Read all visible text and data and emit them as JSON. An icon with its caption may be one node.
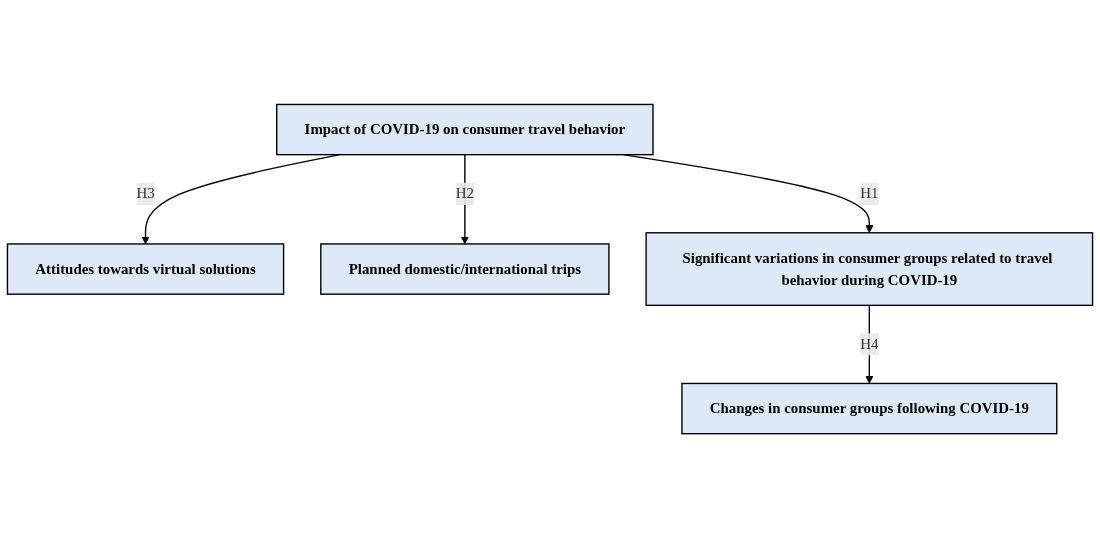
{
  "diagram": {
    "nodes": [
      {
        "text": [
          "Impact of COVID-19 on consumer travel behavior"
        ]
      },
      {
        "text": [
          "Attitudes towards virtual solutions"
        ]
      },
      {
        "text": [
          "Planned domestic/international trips"
        ]
      },
      {
        "text": [
          "Significant variations in consumer groups related to travel behavior during COVID-19"
        ]
      },
      {
        "text": [
          "Changes in consumer groups following COVID-19"
        ]
      }
    ],
    "edges": [
      {
        "from": 0,
        "to": 1,
        "arrow": "to",
        "label": "H3"
      },
      {
        "from": 0,
        "to": 2,
        "arrow": "to",
        "label": "H2"
      },
      {
        "from": 0,
        "to": 3,
        "arrow": "to",
        "label": "H1"
      },
      {
        "from": 3,
        "to": 4,
        "arrow": "to",
        "label": "H4"
      }
    ]
  }
}
